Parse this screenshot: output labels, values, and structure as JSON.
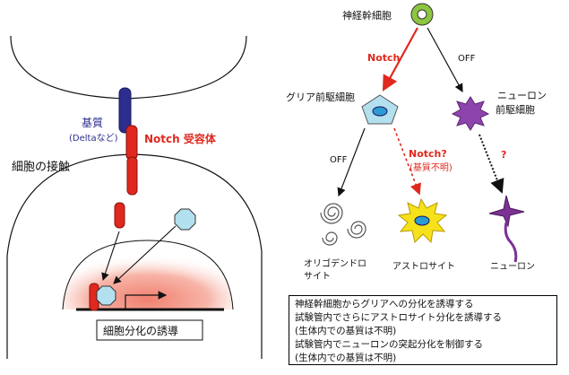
{
  "left_panel": {
    "ligand_title": "基質",
    "ligand_sub": "(Deltaなど)",
    "receptor_label": "Notch 受容体",
    "contact_label": "細胞の接触",
    "induction_label": "細胞分化の誘導"
  },
  "tree": {
    "root": "神経幹細胞",
    "edge_notch": "Notch",
    "edge_off_top": "OFF",
    "glia_precursor": "グリア前駆細胞",
    "neuron_precursor_l1": "ニューロン",
    "neuron_precursor_l2": "前駆細胞",
    "edge_off_left": "OFF",
    "edge_notch_q": "Notch?",
    "edge_notch_q_sub": "(基質不明)",
    "edge_q": "?",
    "oligo_l1": "オリゴデンドロ",
    "oligo_l2": "サイト",
    "astro": "アストロサイト",
    "neuron": "ニューロン"
  },
  "summary": {
    "lines": [
      "神経幹細胞からグリアへの分化を誘導する",
      "試験管内でさらにアストロサイト分化を誘導する",
      "(生体内での基質は不明)",
      "試験管内でニューロンの突起分化を制御する",
      "(生体内での基質は不明)"
    ]
  },
  "colors": {
    "notch_red": "#e0281e",
    "ligand_blue": "#2b2e8e",
    "root_green": "#8cc63f",
    "glia_cyan": "#b3e0ef",
    "nucleus_blue": "#2b9bd6",
    "neuron_purple": "#7b3294",
    "astro_yellow": "#f7e11a"
  }
}
